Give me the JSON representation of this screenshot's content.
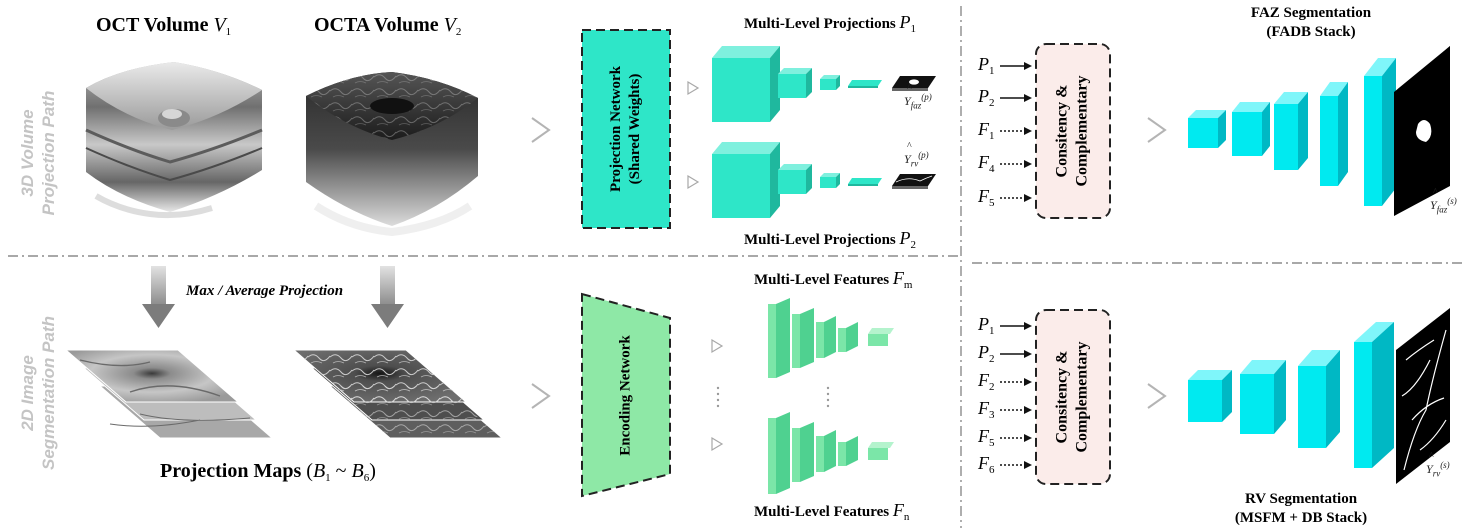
{
  "volumes": {
    "oct_label": "OCT Volume",
    "oct_symbol": "V",
    "oct_sub": "1",
    "octa_label": "OCTA Volume",
    "octa_symbol": "V",
    "octa_sub": "2"
  },
  "paths": {
    "top": "3D Volume\nProjection Path",
    "bottom": "2D Image\nSegmentation Path"
  },
  "projection_step": "Max / Average Projection",
  "projection_maps": {
    "label": "Projection Maps",
    "range_open": "(",
    "b1": "B",
    "b1_sub": "1",
    "tilde": "~",
    "b6": "B",
    "b6_sub": "6",
    "range_close": ")"
  },
  "networks": {
    "projection": "Projection Network\n(Shared Weights)",
    "encoding": "Encoding Network"
  },
  "outputs": {
    "proj_top_label": "Multi-Level Projections",
    "proj_top_sym": "P",
    "proj_top_sub": "1",
    "proj_bottom_label": "Multi-Level Projections",
    "proj_bottom_sym": "P",
    "proj_bottom_sub": "2",
    "feat_top_label": "Multi-Level Features",
    "feat_top_sym": "F",
    "feat_top_sub": "m",
    "feat_bottom_label": "Multi-Level Features",
    "feat_bottom_sym": "F",
    "feat_bottom_sub": "n",
    "y_faz_p": "Y",
    "y_faz_p_sub": "faz",
    "y_faz_p_sup": "(p)",
    "y_rv_p": "Y",
    "y_rv_p_sub": "rv",
    "y_rv_p_sup": "(p)"
  },
  "fusion": {
    "module_label": "Consitency &\nComplementary",
    "top_inputs": [
      {
        "sym": "P",
        "sub": "1",
        "style": "solid"
      },
      {
        "sym": "P",
        "sub": "2",
        "style": "solid"
      },
      {
        "sym": "F",
        "sub": "1",
        "style": "dotted"
      },
      {
        "sym": "F",
        "sub": "4",
        "style": "dotted"
      },
      {
        "sym": "F",
        "sub": "5",
        "style": "dotted"
      }
    ],
    "bottom_inputs": [
      {
        "sym": "P",
        "sub": "1",
        "style": "solid"
      },
      {
        "sym": "P",
        "sub": "2",
        "style": "solid"
      },
      {
        "sym": "F",
        "sub": "2",
        "style": "dotted"
      },
      {
        "sym": "F",
        "sub": "3",
        "style": "dotted"
      },
      {
        "sym": "F",
        "sub": "5",
        "style": "dotted"
      },
      {
        "sym": "F",
        "sub": "6",
        "style": "dotted"
      }
    ]
  },
  "segmentation": {
    "faz_title": "FAZ Segmentation",
    "faz_stack": "(FADB Stack)",
    "rv_title": "RV Segmentation",
    "rv_stack": "(MSFM + DB Stack)",
    "y_faz_s": "Y",
    "y_faz_s_sub": "faz",
    "y_faz_s_sup": "(s)",
    "y_rv_s": "Y",
    "y_rv_s_sub": "rv",
    "y_rv_s_sup": "(s)"
  },
  "colors": {
    "cyan_block": "#2ee6c8",
    "cyan_block_dark": "#1fb89e",
    "bright_cyan": "#00eaf0",
    "green_block": "#7be6a8",
    "projection_net_fill": "#2ee6c8",
    "encoding_net_fill": "#8ee8a6",
    "fusion_fill": "#fbecea",
    "divider": "#888888",
    "arrow_gray": "#b4b4b4"
  }
}
